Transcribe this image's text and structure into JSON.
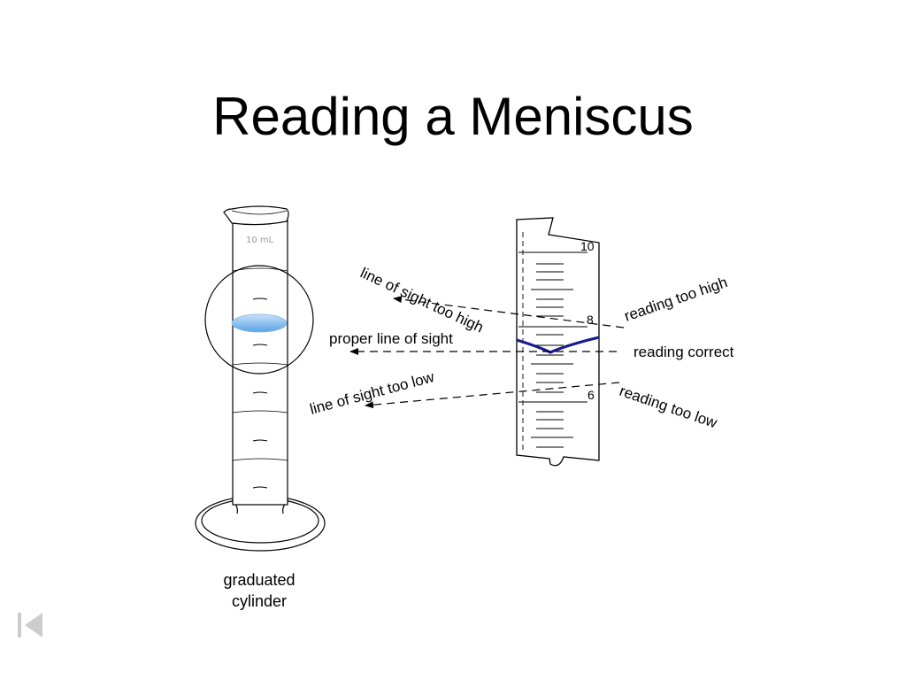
{
  "title": "Reading a Meniscus",
  "cylinder": {
    "unit_label": "10 mL",
    "caption_line1": "graduated",
    "caption_line2": "cylinder"
  },
  "scale": {
    "label_10": "10",
    "label_8": "8",
    "label_6": "6"
  },
  "lines_of_sight": {
    "too_high": "line of sight too high",
    "proper": "proper line of sight",
    "too_low": "line of sight too low"
  },
  "readings": {
    "too_high": "reading too high",
    "correct": "reading correct",
    "too_low": "reading too low"
  },
  "colors": {
    "liquid": "#8ec3f2",
    "meniscus": "#1a1a8c",
    "nav_icon": "#cccccc"
  },
  "nav": {
    "first_slide_icon": "first-slide-icon"
  }
}
